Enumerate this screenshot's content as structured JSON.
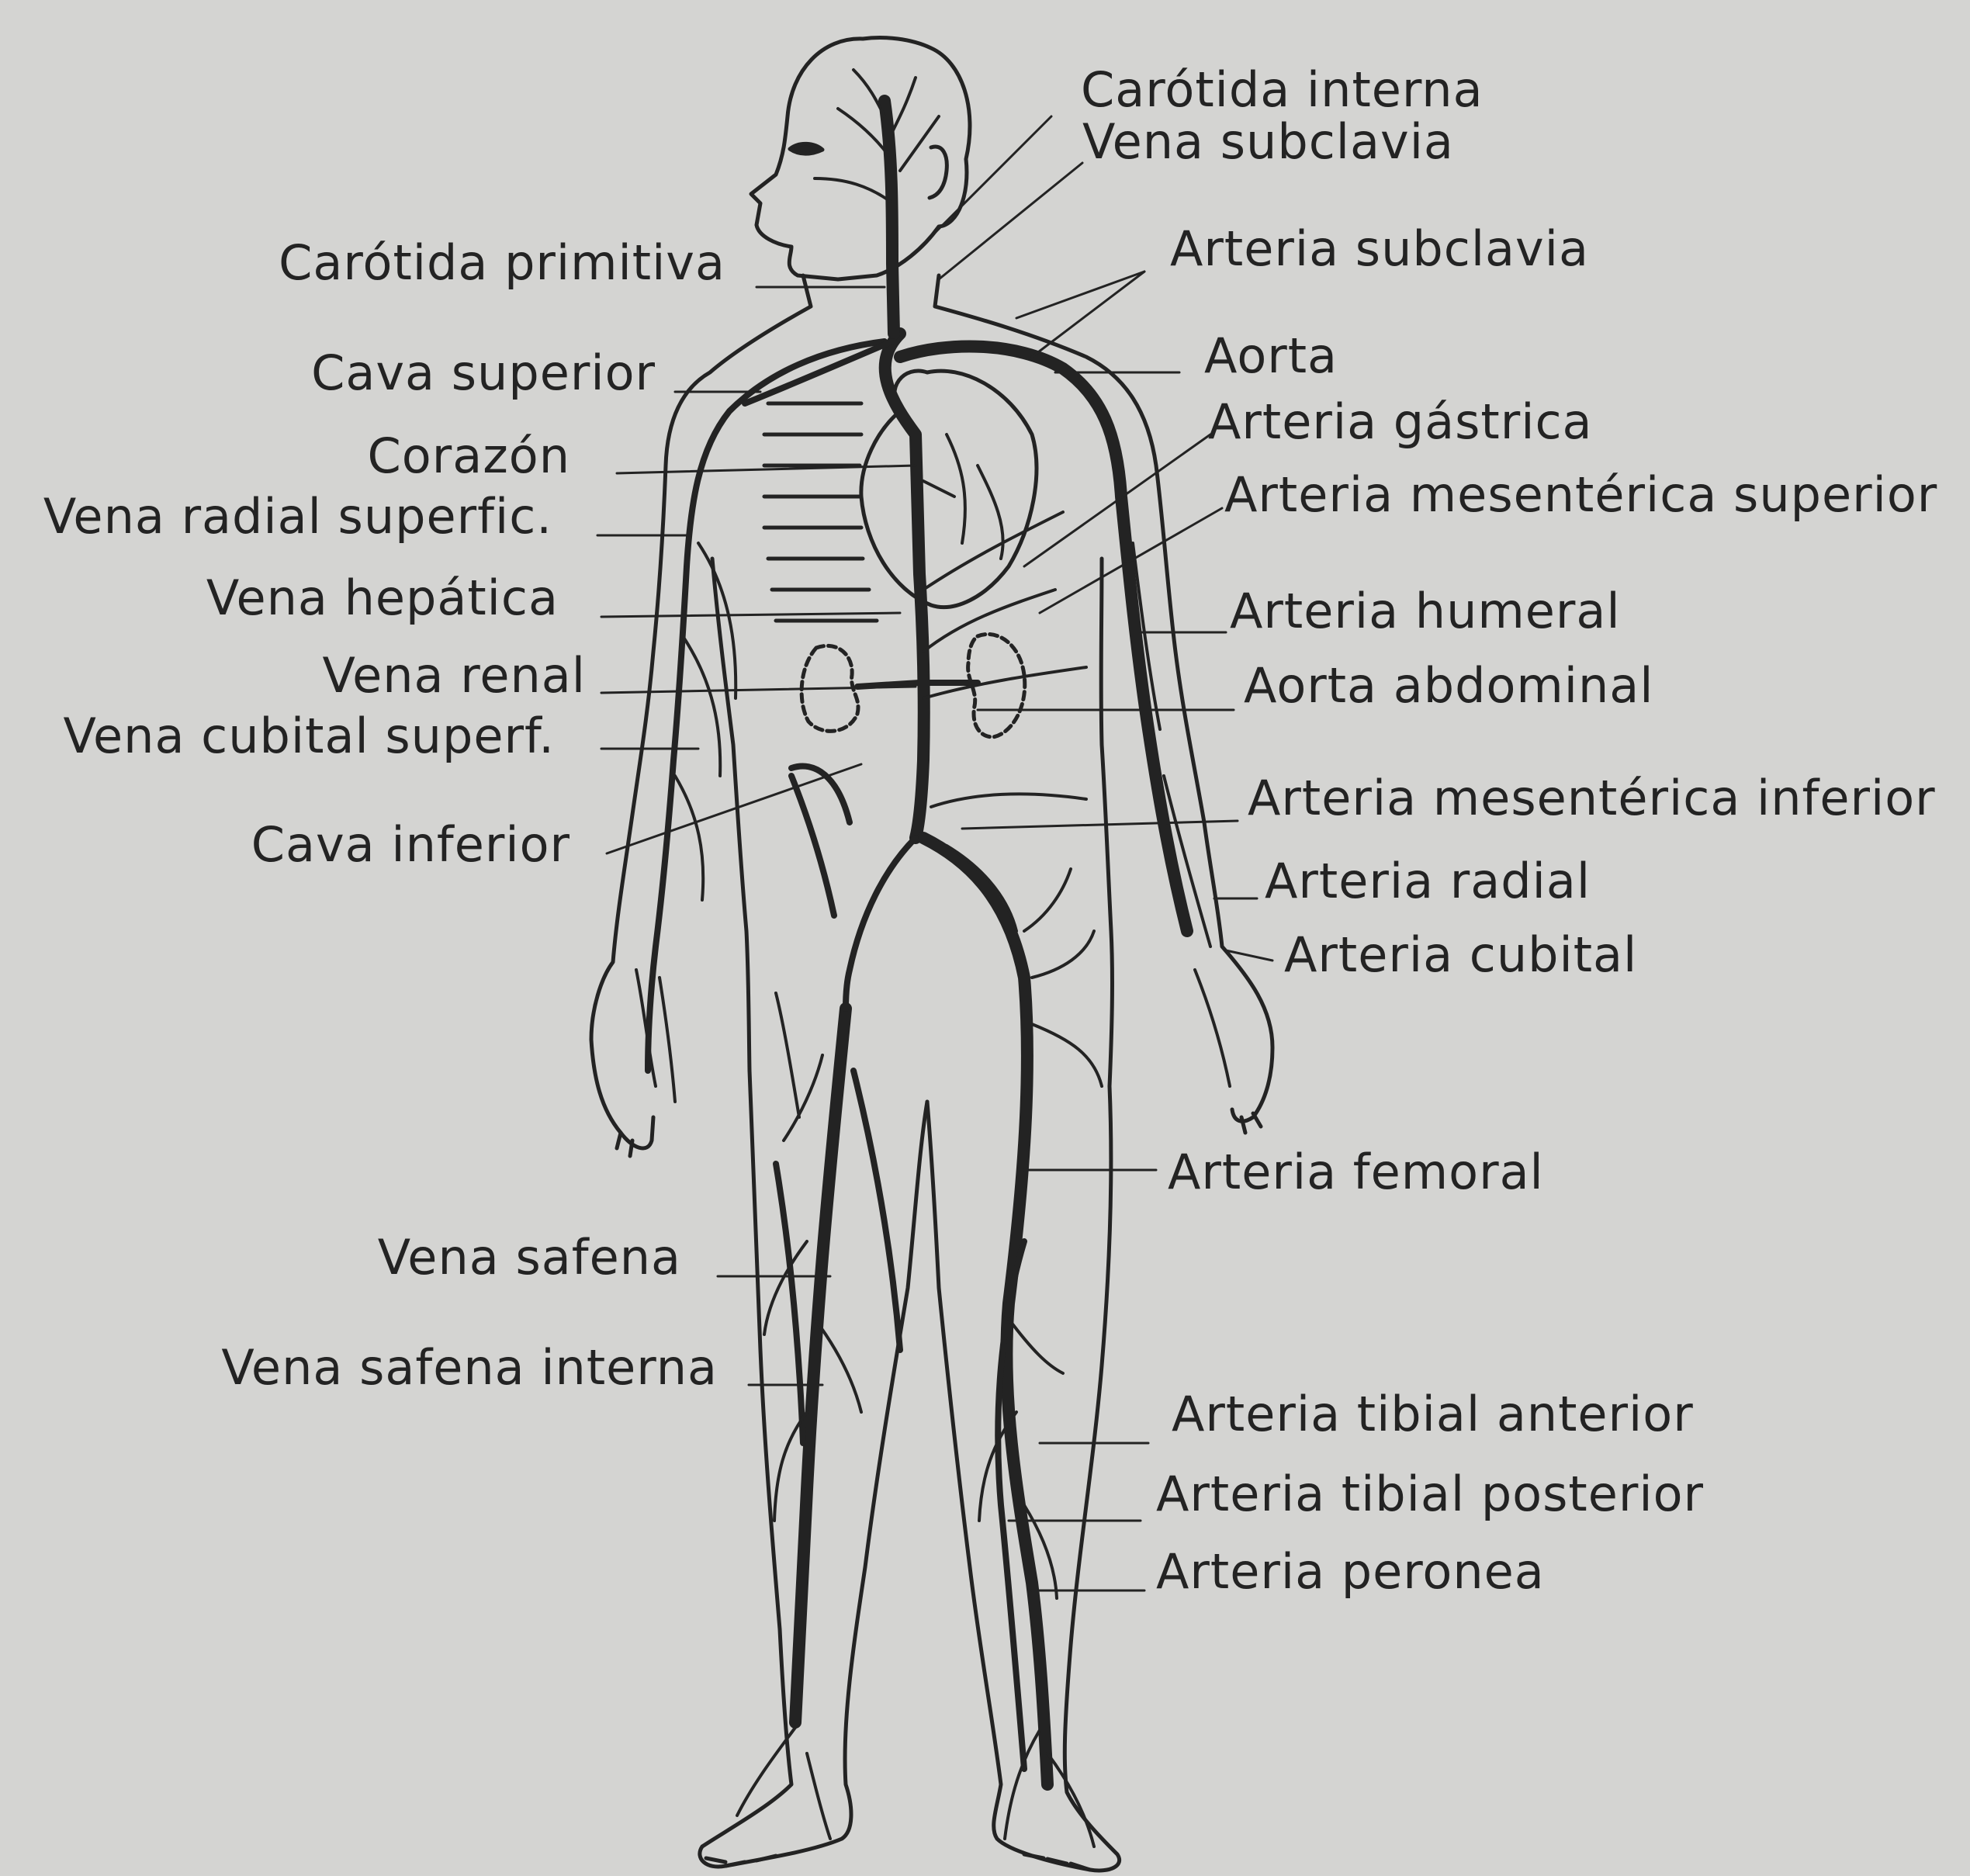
{
  "colors": {
    "background": "#d4d4d2",
    "ink": "#232323"
  },
  "labels_left": [
    {
      "id": "carotida-primitiva",
      "text": "Carótida primitiva"
    },
    {
      "id": "cava-superior",
      "text": "Cava superior"
    },
    {
      "id": "corazon",
      "text": "Corazón"
    },
    {
      "id": "vena-radial-superfic",
      "text": "Vena radial superfic."
    },
    {
      "id": "vena-hepatica",
      "text": "Vena hepática"
    },
    {
      "id": "vena-renal",
      "text": "Vena renal"
    },
    {
      "id": "vena-cubital-superf",
      "text": "Vena cubital superf."
    },
    {
      "id": "cava-inferior",
      "text": "Cava inferior"
    },
    {
      "id": "vena-safena",
      "text": "Vena safena"
    },
    {
      "id": "vena-safena-interna",
      "text": "Vena safena interna"
    }
  ],
  "labels_right": [
    {
      "id": "carotida-interna",
      "text": "Carótida interna"
    },
    {
      "id": "vena-subclavia",
      "text": "Vena subclavia"
    },
    {
      "id": "arteria-subclavia",
      "text": "Arteria subclavia"
    },
    {
      "id": "aorta",
      "text": "Aorta"
    },
    {
      "id": "arteria-gastrica",
      "text": "Arteria gástrica"
    },
    {
      "id": "arteria-mesenterica-superior",
      "text": "Arteria mesentérica superior"
    },
    {
      "id": "arteria-humeral",
      "text": "Arteria humeral"
    },
    {
      "id": "aorta-abdominal",
      "text": "Aorta abdominal"
    },
    {
      "id": "arteria-mesenterica-inferior",
      "text": "Arteria mesentérica inferior"
    },
    {
      "id": "arteria-radial",
      "text": "Arteria radial"
    },
    {
      "id": "arteria-cubital",
      "text": "Arteria cubital"
    },
    {
      "id": "arteria-femoral",
      "text": "Arteria femoral"
    },
    {
      "id": "arteria-tibial-anterior",
      "text": "Arteria tibial anterior"
    },
    {
      "id": "arteria-tibial-posterior",
      "text": "Arteria tibial posterior"
    },
    {
      "id": "arteria-peronea",
      "text": "Arteria peronea"
    }
  ]
}
